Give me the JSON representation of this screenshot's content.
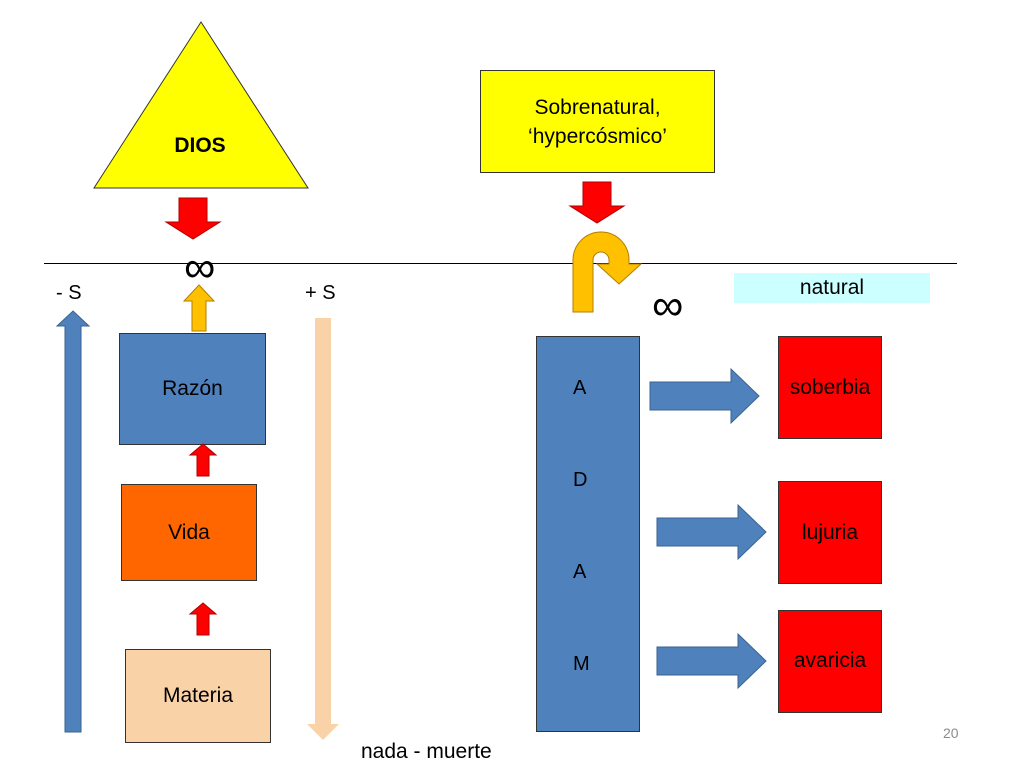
{
  "top": {
    "dios_label": "DIOS",
    "sobrenatural_line1": "Sobrenatural,",
    "sobrenatural_line2": "‘hypercósmico’"
  },
  "symbols": {
    "infinity_left": "∞",
    "infinity_right": "∞"
  },
  "left": {
    "minus_s": "- S",
    "plus_s": "+ S",
    "razon": "Razón",
    "vida": "Vida",
    "materia": "Materia",
    "bottom_label": "nada - muerte"
  },
  "right": {
    "natural_label": "natural",
    "adam_letters": [
      "A",
      "D",
      "A",
      "M"
    ],
    "sins": [
      "soberbia",
      "lujuria",
      "avaricia"
    ]
  },
  "slide_number": "20",
  "colors": {
    "yellow": "#ffff00",
    "red": "#ff0000",
    "blue": "#4f81bd",
    "orange": "#ff6600",
    "peach": "#fad2a7",
    "light_cyan": "#ccffff",
    "gold": "#ffc000"
  }
}
